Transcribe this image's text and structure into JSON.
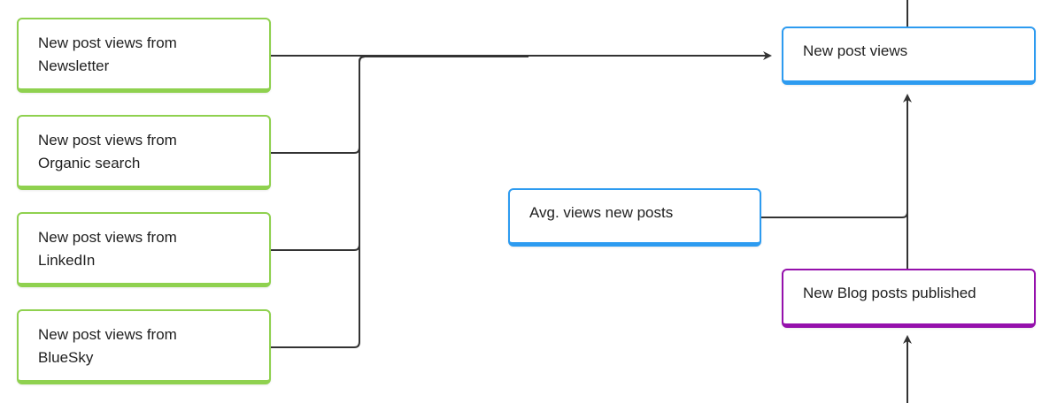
{
  "nodes": {
    "newsletter": {
      "label": "New post views from Newsletter",
      "color": "#8fd14f"
    },
    "organic": {
      "label": "New post views from Organic search",
      "color": "#8fd14f"
    },
    "linkedin": {
      "label": "New post views from LinkedIn",
      "color": "#8fd14f"
    },
    "bluesky": {
      "label": "New post views from BlueSky",
      "color": "#8fd14f"
    },
    "new_post_views": {
      "label": "New post views",
      "color": "#2d9bf0"
    },
    "avg_views": {
      "label": "Avg. views new posts",
      "color": "#2d9bf0"
    },
    "blog_posts": {
      "label": "New Blog posts published",
      "color": "#9510ac"
    }
  },
  "connector_color": "#333333"
}
